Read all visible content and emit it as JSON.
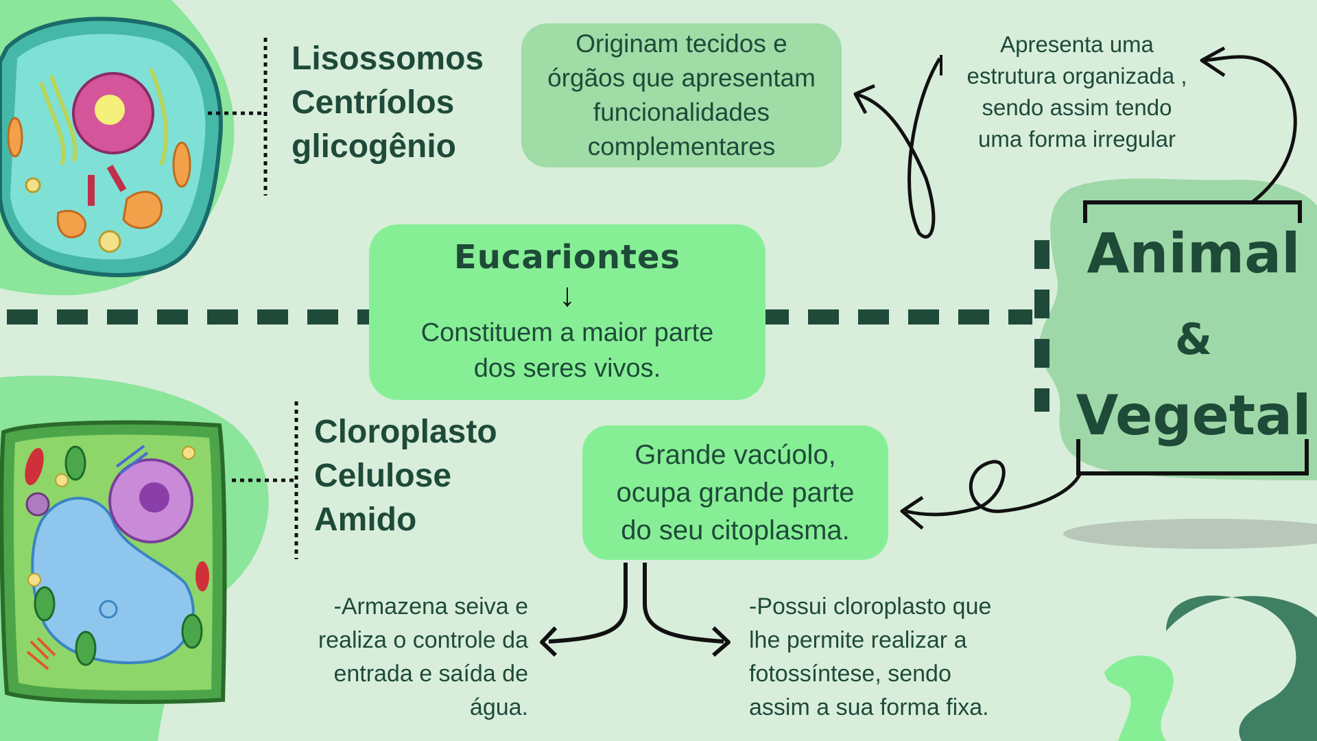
{
  "animal_cell": {
    "organelles": [
      "Lisossomos",
      "Centríolos",
      "glicogênio"
    ]
  },
  "plant_cell": {
    "organelles": [
      "Cloroplasto",
      "Celulose",
      "Amido"
    ]
  },
  "center_box": {
    "title": "Eucariontes",
    "arrow": "↓",
    "lines": [
      "Constituem a maior parte",
      "dos seres vivos."
    ]
  },
  "top_box": {
    "lines": [
      "Originam tecidos e",
      "órgãos que apresentam",
      "funcionalidades",
      "complementares"
    ]
  },
  "animal_note": {
    "lines": [
      "Apresenta uma",
      "estrutura  organizada ,",
      "sendo assim tendo",
      "uma forma irregular"
    ]
  },
  "vacuole_box": {
    "lines": [
      "Grande vacúolo,",
      "ocupa grande parte",
      "do seu citoplasma."
    ]
  },
  "water_note": {
    "lines": [
      "-Armazena seiva e",
      "realiza o controle  da",
      "entrada e saída de",
      "água."
    ]
  },
  "chloroplast_note": {
    "lines": [
      "-Possui cloroplasto que",
      "lhe permite realizar a",
      "fotossíntese, sendo",
      "assim a sua forma fixa."
    ]
  },
  "main_title": {
    "line1": "Animal",
    "line2": "&",
    "line3": "Vegetal"
  },
  "colors": {
    "background": "#d8eedb",
    "box_bright": "#86ef95",
    "box_soft": "#9fdca6",
    "dark_green": "#1f4a3a",
    "title_blob": "#9fd8a8"
  }
}
